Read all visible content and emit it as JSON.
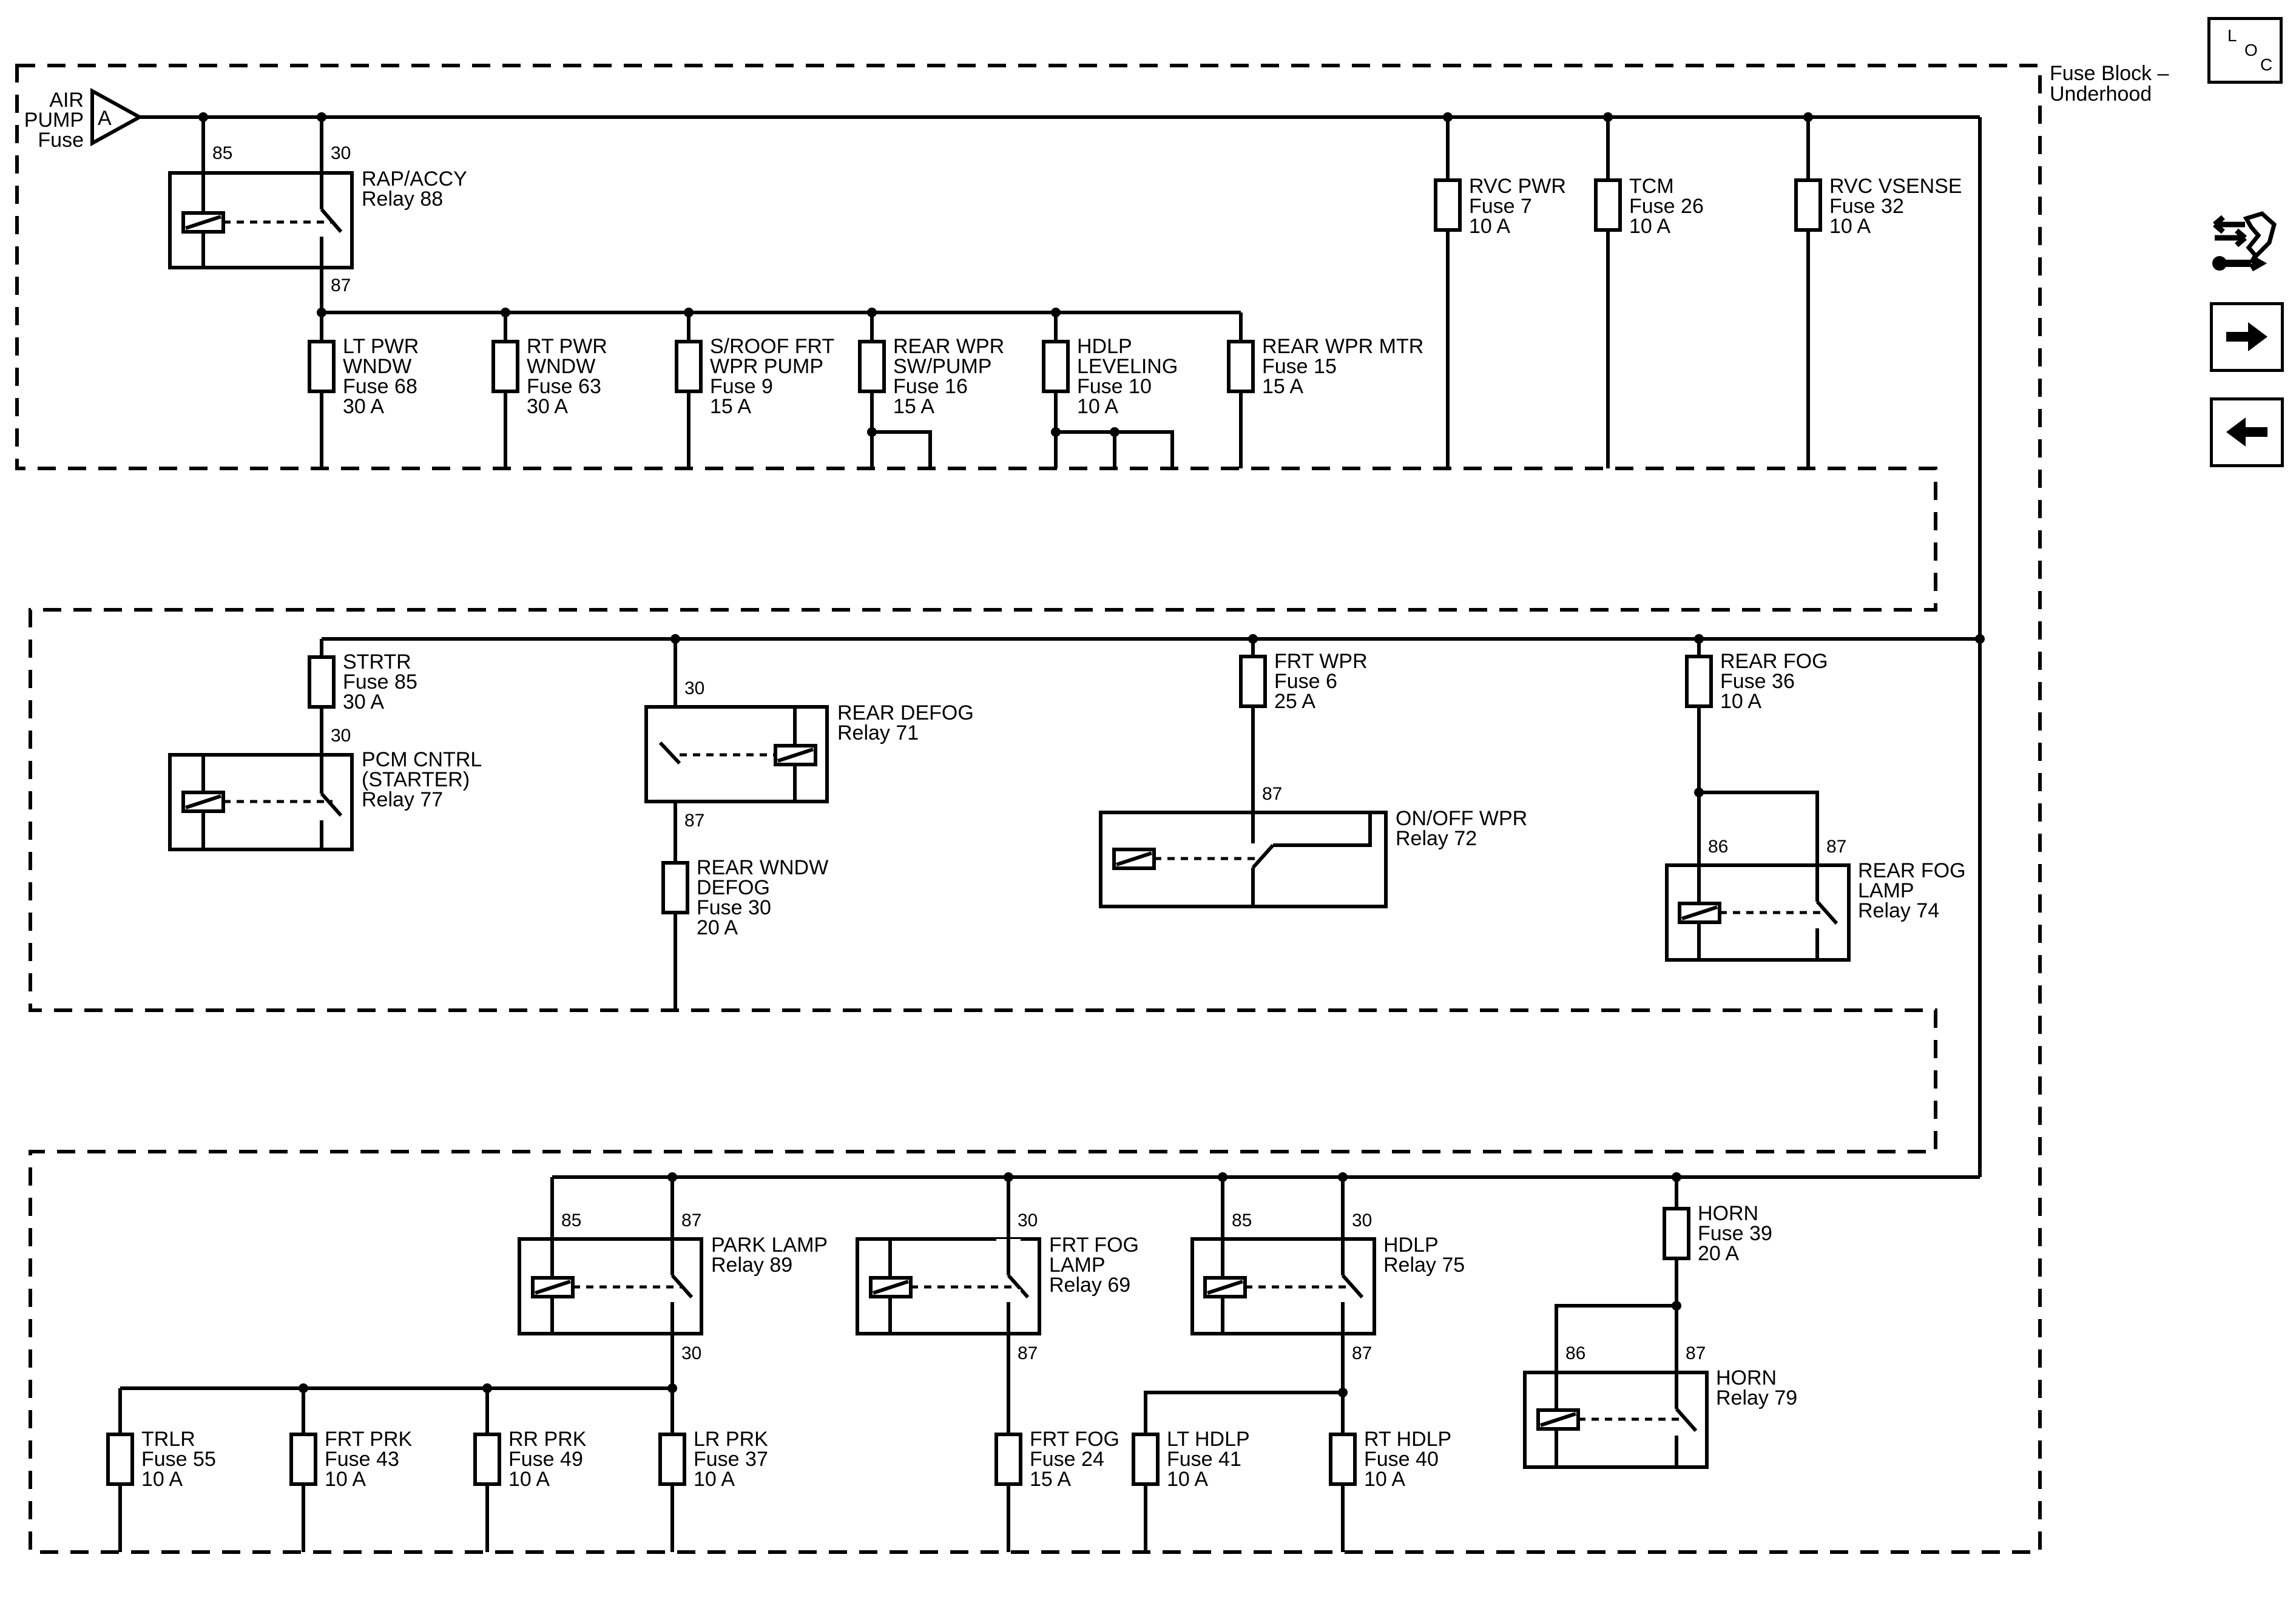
{
  "block": {
    "title_line1": "Fuse Block –",
    "title_line2": "Underhood"
  },
  "source": {
    "line1": "AIR",
    "line2": "PUMP",
    "line3": "Fuse",
    "connector": "A"
  },
  "nav": {
    "loc_l": "L",
    "loc_o": "O",
    "loc_c": "C",
    "loc_icon": "loc-icon",
    "tools_icon": "wrench-arrows-icon",
    "next_icon": "arrow-right-icon",
    "prev_icon": "arrow-left-icon"
  },
  "pins": {
    "p85": "85",
    "p86": "86",
    "p87": "87",
    "p30": "30"
  },
  "relays": {
    "rapaccy": [
      "RAP/ACCY",
      "Relay 88"
    ],
    "pcm": [
      "PCM CNTRL",
      "(STARTER)",
      "Relay 77"
    ],
    "reardefog": [
      "REAR DEFOG",
      "Relay 71"
    ],
    "onoffwpr": [
      "ON/OFF WPR",
      "Relay 72"
    ],
    "rearfoglamp": [
      "REAR FOG",
      "LAMP",
      "Relay 74"
    ],
    "parklamp": [
      "PARK LAMP",
      "Relay 89"
    ],
    "frtfoglamp": [
      "FRT FOG",
      "LAMP",
      "Relay 69"
    ],
    "hdlp": [
      "HDLP",
      "Relay 75"
    ],
    "horn": [
      "HORN",
      "Relay 79"
    ]
  },
  "fuses": {
    "ltpwr": [
      "LT PWR",
      "WNDW",
      "Fuse 68",
      "30 A"
    ],
    "rtpwr": [
      "RT PWR",
      "WNDW",
      "Fuse 63",
      "30 A"
    ],
    "sroof": [
      "S/ROOF FRT",
      "WPR PUMP",
      "Fuse 9",
      "15 A"
    ],
    "rearwpr": [
      "REAR WPR",
      "SW/PUMP",
      "Fuse 16",
      "15 A"
    ],
    "hdlplev": [
      "HDLP",
      "LEVELING",
      "Fuse 10",
      "10 A"
    ],
    "rearwprmtr": [
      "REAR WPR MTR",
      "Fuse 15",
      "15 A"
    ],
    "rvcpwr": [
      "RVC PWR",
      "Fuse 7",
      "10 A"
    ],
    "tcm": [
      "TCM",
      "Fuse 26",
      "10 A"
    ],
    "rvcvsense": [
      "RVC VSENSE",
      "Fuse 32",
      "10 A"
    ],
    "strtr": [
      "STRTR",
      "Fuse 85",
      "30 A"
    ],
    "rearwndw": [
      "REAR WNDW",
      "DEFOG",
      "Fuse 30",
      "20 A"
    ],
    "frtwpr": [
      "FRT WPR",
      "Fuse 6",
      "25 A"
    ],
    "rearfog": [
      "REAR FOG",
      "Fuse 36",
      "10 A"
    ],
    "horn": [
      "HORN",
      "Fuse 39",
      "20 A"
    ],
    "trlr": [
      "TRLR",
      "Fuse 55",
      "10 A"
    ],
    "frtprk": [
      "FRT PRK",
      "Fuse 43",
      "10 A"
    ],
    "rrprk": [
      "RR PRK",
      "Fuse 49",
      "10 A"
    ],
    "lrprk": [
      "LR PRK",
      "Fuse 37",
      "10 A"
    ],
    "frtfog": [
      "FRT FOG",
      "Fuse 24",
      "15 A"
    ],
    "lthdlp": [
      "LT HDLP",
      "Fuse 41",
      "10 A"
    ],
    "rthdlp": [
      "RT HDLP",
      "Fuse 40",
      "10 A"
    ]
  }
}
